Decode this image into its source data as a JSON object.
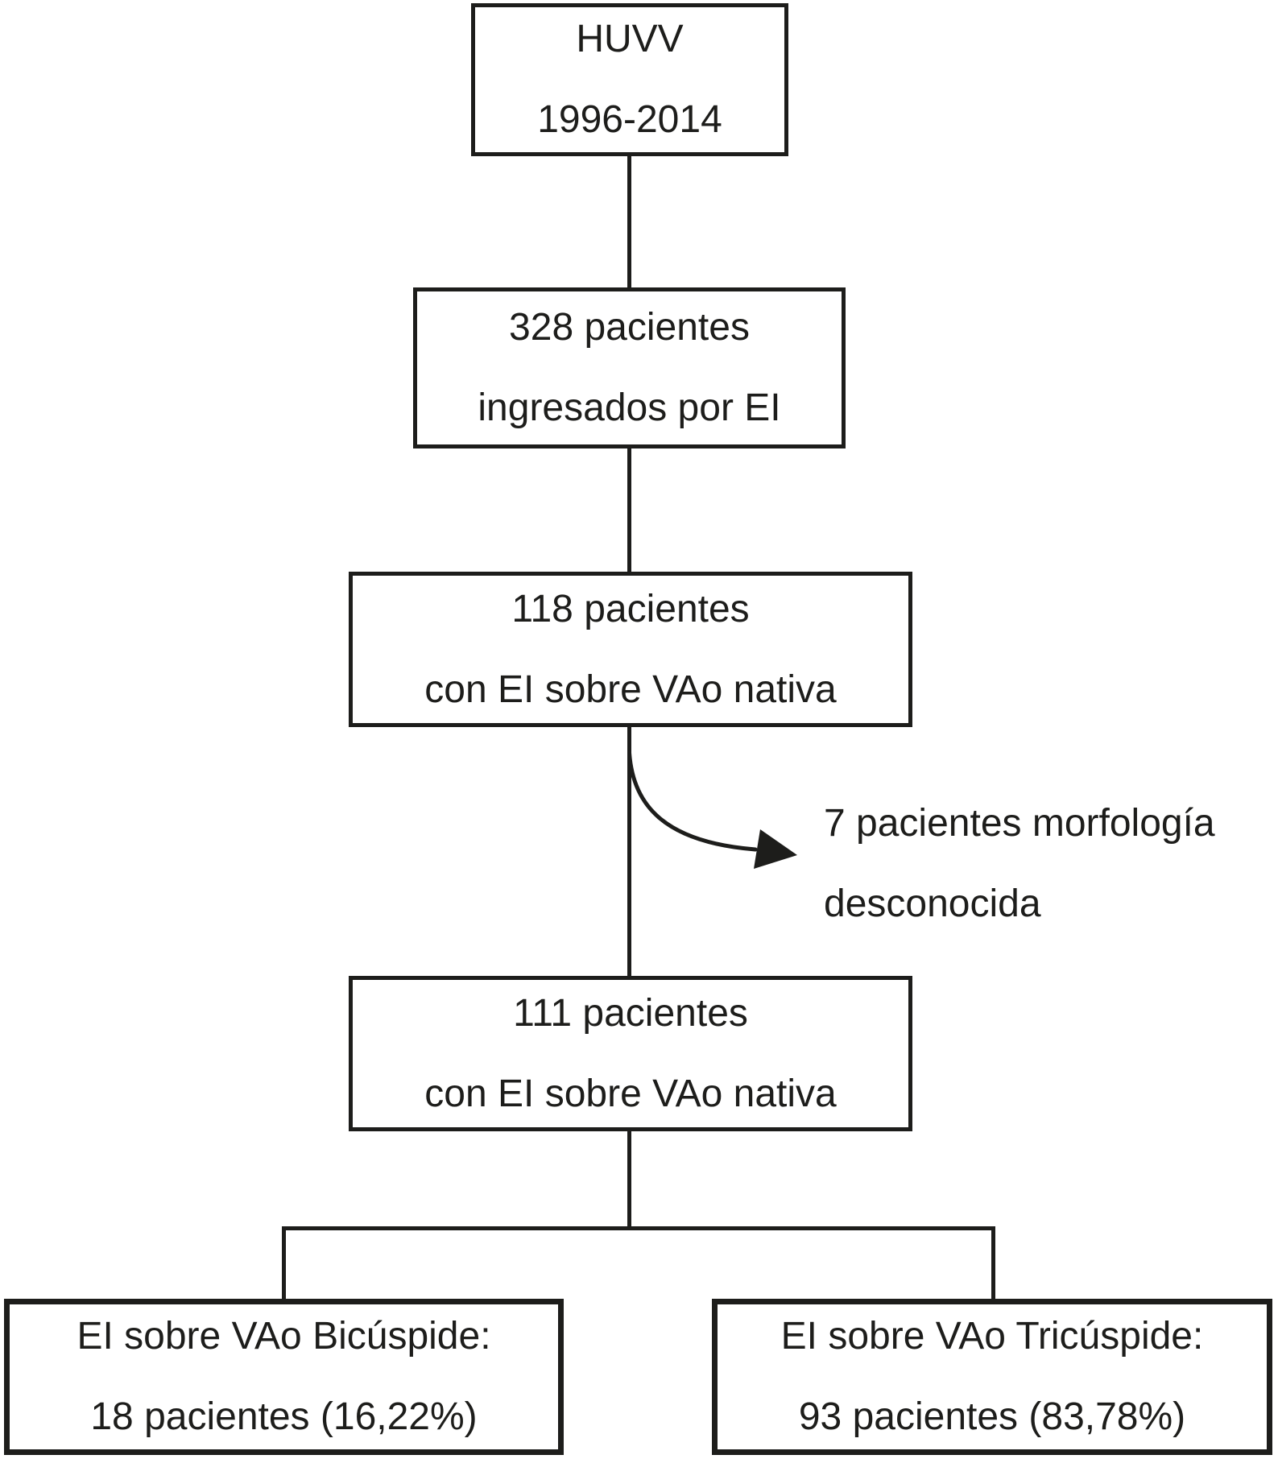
{
  "colors": {
    "ink": "#1d1d1b",
    "background": "#ffffff"
  },
  "flowchart": {
    "box_huvv": {
      "line1": "HUVV",
      "line2": "1996-2014"
    },
    "box_admitted": {
      "line1": "328 pacientes",
      "line2": "ingresados por EI"
    },
    "box_native_118": {
      "line1": "118 pacientes",
      "line2": "con EI sobre VAo nativa"
    },
    "exclusion_note": {
      "line1": "7 pacientes morfología",
      "line2": "desconocida"
    },
    "box_native_111": {
      "line1": "111 pacientes",
      "line2": "con EI sobre VAo nativa"
    },
    "box_bicuspid": {
      "line1": "EI sobre VAo Bicúspide:",
      "line2": "18 pacientes (16,22%)"
    },
    "box_tricuspid": {
      "line1": "EI sobre VAo Tricúspide:",
      "line2": "93 pacientes (83,78%)"
    }
  }
}
